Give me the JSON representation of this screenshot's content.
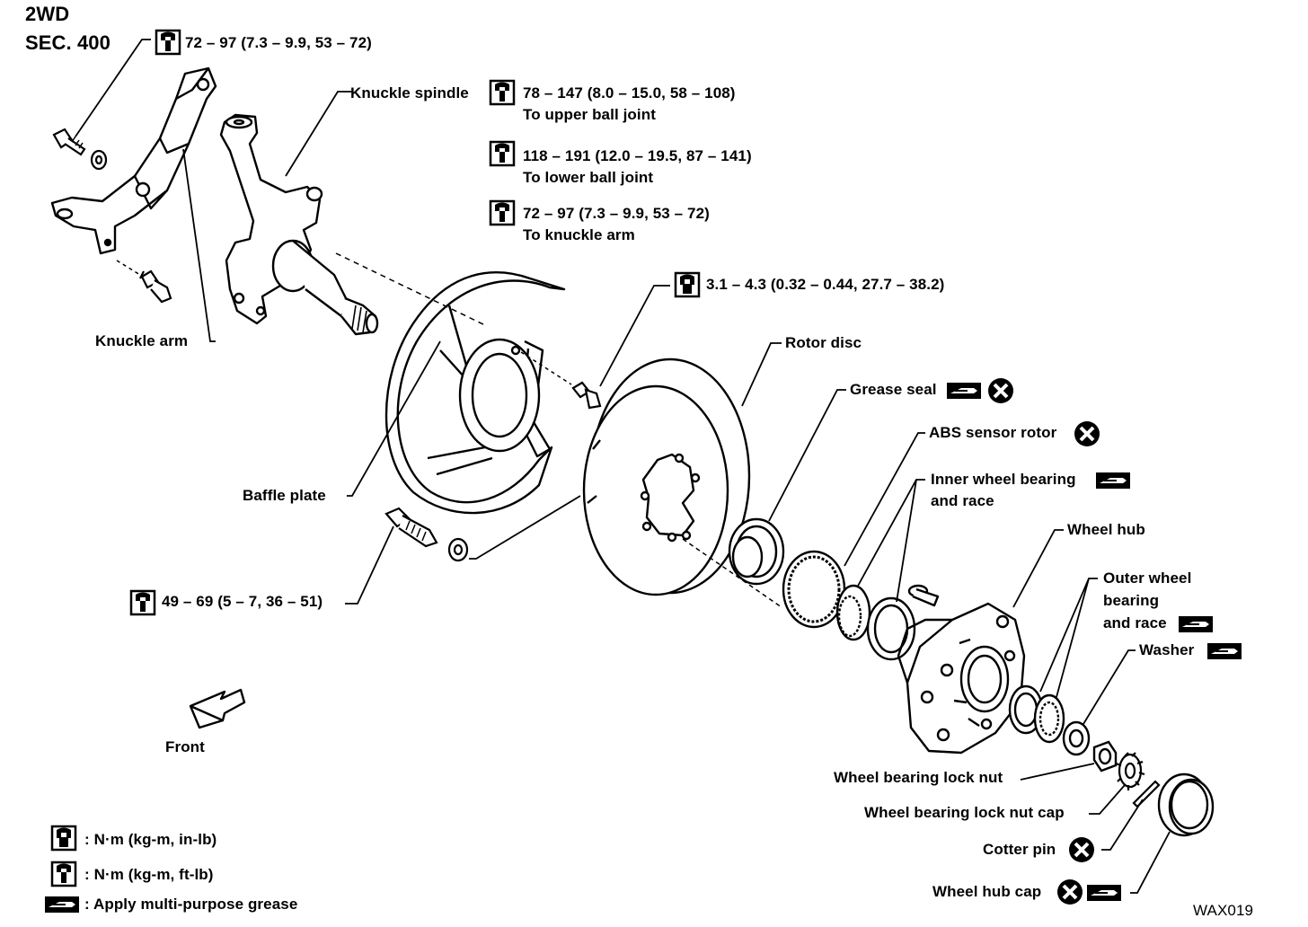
{
  "header": {
    "drive": "2WD",
    "section": "SEC. 400"
  },
  "torques": {
    "knuckle_arm_bolt": "72 – 97 (7.3 – 9.9, 53 – 72)",
    "upper_ball_joint": "78 – 147 (8.0 – 15.0, 58 – 108)",
    "upper_ball_joint_note": "To upper ball joint",
    "lower_ball_joint": "118 – 191 (12.0 – 19.5, 87 – 141)",
    "lower_ball_joint_note": "To lower ball joint",
    "knuckle_arm": "72 – 97 (7.3 – 9.9, 53 – 72)",
    "knuckle_arm_note": "To knuckle arm",
    "baffle_bolt": "3.1 – 4.3 (0.32 – 0.44, 27.7 – 38.2)",
    "caliper_bolt": "49 – 69 (5 – 7, 36 – 51)"
  },
  "parts": {
    "knuckle_spindle": "Knuckle spindle",
    "knuckle_arm": "Knuckle arm",
    "baffle_plate": "Baffle plate",
    "rotor_disc": "Rotor disc",
    "grease_seal": "Grease seal",
    "abs_sensor_rotor": "ABS sensor rotor",
    "inner_bearing_1": "Inner wheel bearing",
    "inner_bearing_2": "and race",
    "wheel_hub": "Wheel hub",
    "outer_bearing_1": "Outer wheel",
    "outer_bearing_2": "bearing",
    "outer_bearing_3": "and race",
    "washer": "Washer",
    "lock_nut": "Wheel bearing lock nut",
    "lock_nut_cap": "Wheel bearing lock nut cap",
    "cotter_pin": "Cotter pin",
    "hub_cap": "Wheel hub cap"
  },
  "front_label": "Front",
  "legend": {
    "nm_inlb": ": N·m (kg-m, in-lb)",
    "nm_ftlb": ": N·m (kg-m, ft-lb)",
    "grease": ": Apply multi-purpose grease"
  },
  "figure_code": "WAX019",
  "icons": [
    "torque-wrench-icon",
    "torque-wrench-filled-icon",
    "grease-icon",
    "do-not-reuse-icon",
    "front-arrow-icon"
  ]
}
